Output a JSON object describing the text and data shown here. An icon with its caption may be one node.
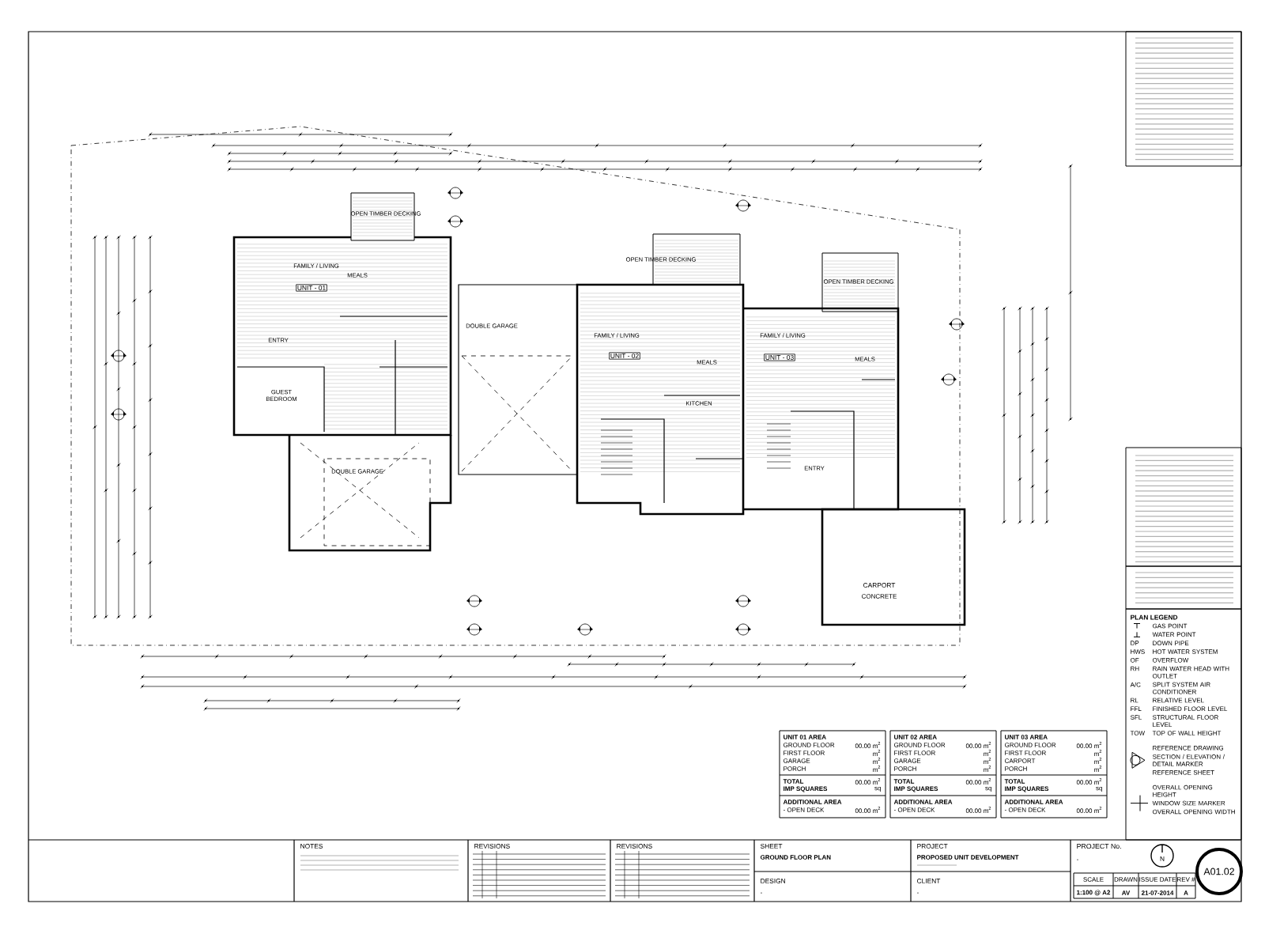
{
  "diagram": {
    "labels": [
      "OPEN TIMBER DECKING",
      "FAMILY / LIVING",
      "UNIT - 01",
      "MEALS",
      "ENTRY",
      "GUEST BEDROOM",
      "DOUBLE GARAGE",
      "DOUBLE GARAGE",
      "OPEN TIMBER DECKING",
      "FAMILY / LIVING",
      "UNIT - 02",
      "MEALS",
      "KITCHEN",
      "OPEN TIMBER DECKING",
      "FAMILY / LIVING",
      "UNIT - 03",
      "MEALS",
      "ENTRY",
      "CARPORT",
      "CONCRETE",
      "PLAN LEGEND",
      "GAS POINT",
      "WATER POINT",
      "DP",
      "DOWN PIPE",
      "HWS",
      "HOT WATER SYSTEM",
      "OF",
      "OVERFLOW",
      "RH",
      "RAIN WATER HEAD WITH OUTLET",
      "A/C",
      "SPLIT SYSTEM AIR CONDITIONER",
      "RL",
      "RELATIVE LEVEL",
      "FFL",
      "FINISHED FLOOR LEVEL",
      "SFL",
      "STRUCTURAL FLOOR LEVEL",
      "TOW",
      "TOP OF WALL HEIGHT",
      "REFERENCE DRAWING",
      "SECTION / ELEVATION / DETAIL MARKER",
      "REFERENCE SHEET",
      "OVERALL OPENING HEIGHT",
      "WINDOW SIZE MARKER",
      "OVERALL OPENING WIDTH",
      "UNIT 01 AREA",
      "GROUND FLOOR",
      "00.00 m$^{2}$",
      "FIRST FLOOR",
      "m$^{2}$",
      "GARAGE",
      "m$^{2}$",
      "PORCH",
      "m$^{2}$",
      "TOTAL",
      "00.00 m$^{2}$",
      "IMP SQUARES",
      "sq",
      "ADDITIONAL AREA",
      "- OPEN DECK",
      "00.00 m$^{2}$",
      "UNIT 02 AREA",
      "GROUND FLOOR",
      "00.00 m$^{2}$",
      "FIRST FLOOR",
      "m$^{2}$",
      "GARAGE",
      "m$^{2}$",
      "PORCH",
      "m$^{2}$",
      "TOTAL",
      "00.00 m$^{2}$",
      "IMP SQUARES",
      "sq",
      "ADDITIONAL AREA",
      "- OPEN DECK",
      "00.00 m$^{2}$",
      "UNIT 03 AREA",
      "GROUND FLOOR",
      "00.00 m$^{2}$",
      "FIRST FLOOR",
      "m$^{2}$",
      "CARPORT",
      "m$^{2}$",
      "PORCH",
      "m$^{2}$",
      "TOTAL",
      "00.00 m$^{2}$",
      "IMP SQUARES",
      "sq",
      "ADDITIONAL AREA",
      "- OPEN DECK",
      "00.00 m$^{2}$",
      "NOTES",
      "REVISIONS",
      "REVISIONS",
      "SHEET",
      "GROUND FLOOR PLAN",
      "DESIGN",
      "-",
      "PROJECT",
      "PROPOSED UNIT DEVELOPMENT",
      "CLIENT",
      "-",
      "PROJECT No.",
      "-",
      "N",
      "A01.02",
      "SCALE",
      "DRAWN",
      "ISSUE DATE",
      "REV #",
      "1:100 @ A2",
      "AV",
      "21-07-2014",
      "A"
    ]
  }
}
